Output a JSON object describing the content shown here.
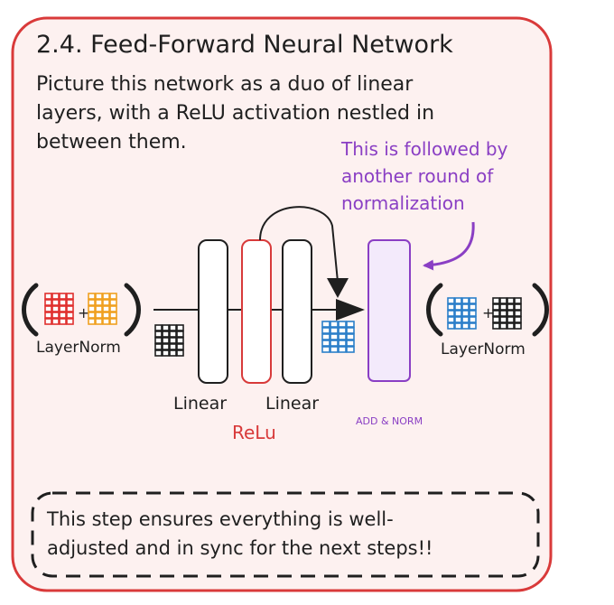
{
  "title": "2.4. Feed-Forward Neural Network",
  "intro": [
    "Picture this network as a duo of linear",
    "layers, with a ReLU activation nestled in",
    "between them."
  ],
  "annotation": [
    "This is followed by",
    "another round of",
    "normalization"
  ],
  "labels": {
    "layernorm_left": "LayerNorm",
    "layernorm_right": "LayerNorm",
    "linear_1": "Linear",
    "linear_2": "Linear",
    "relu": "ReLu",
    "add_norm": "ADD & NORM",
    "plus_left": "+",
    "plus_right": "+"
  },
  "footer": [
    "This step ensures everything is well-",
    "adjusted and in sync for the next steps!!"
  ],
  "colors": {
    "card_border": "#d93a3a",
    "card_fill": "#fdf1f0",
    "ink": "#1f1f1f",
    "red": "#e0302e",
    "orange": "#f0a020",
    "blue": "#2b7fc9",
    "purple": "#8a3fc4",
    "purple_fill": "#f3eafb",
    "relu": "#d83a3a"
  }
}
